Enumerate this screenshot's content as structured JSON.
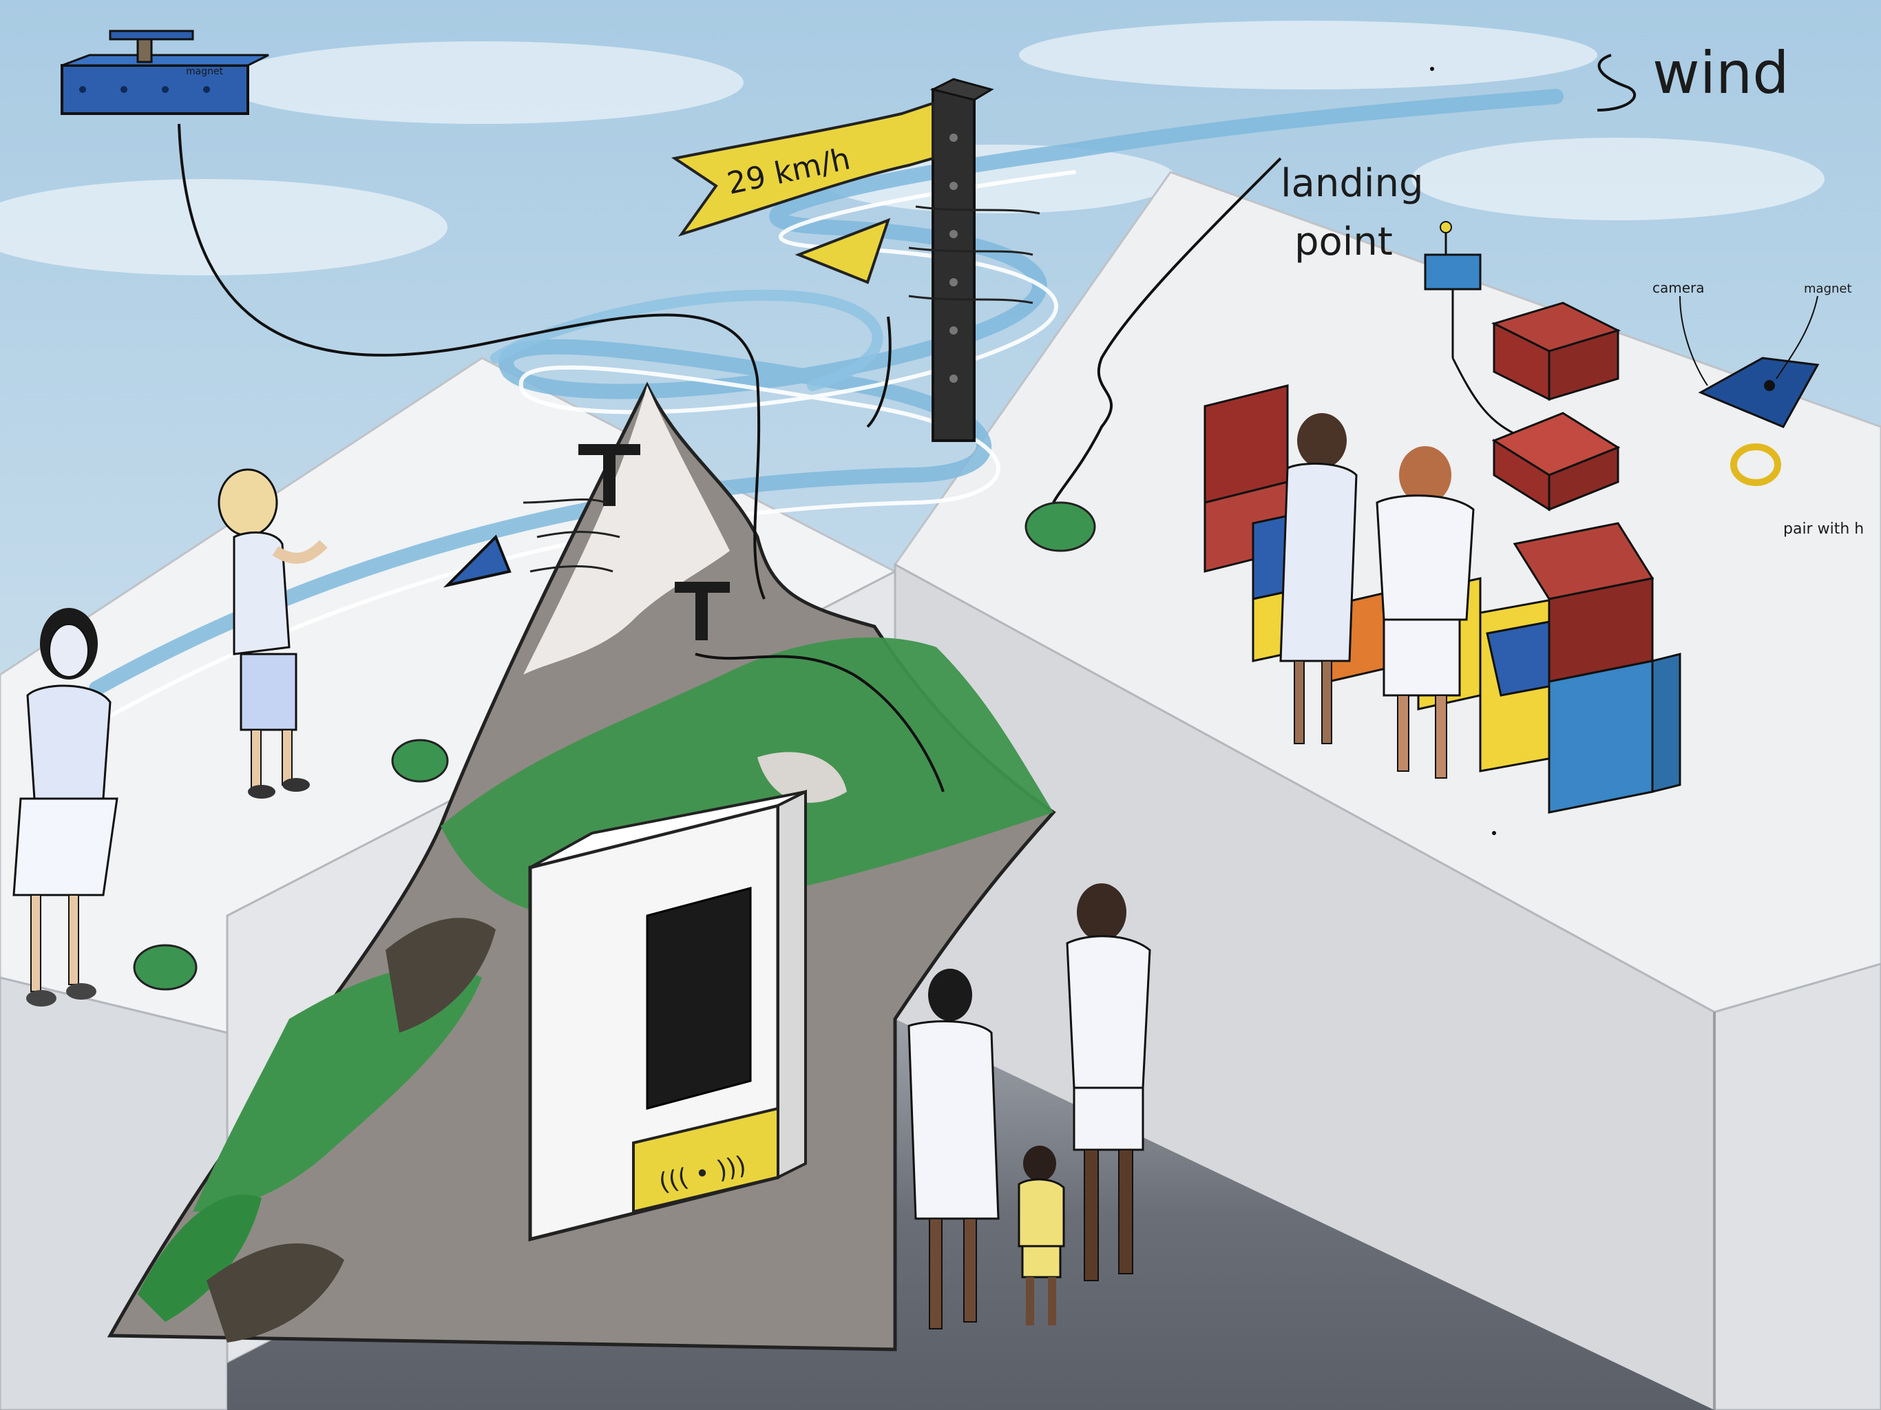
{
  "labels": {
    "wind": "wind",
    "wind_speed": "29 km/h",
    "landing": "landing",
    "point": "point",
    "magnet_top": "magnet",
    "camera": "camera",
    "magnet_right": "magnet",
    "pair_with": "pair with h"
  },
  "colors": {
    "sky": "#bcd6e8",
    "wall": "#e9ebee",
    "floor": "#61656d",
    "wind_stream": "#7fb9dc",
    "flag_yellow": "#e9d43e",
    "green": "#3c9451",
    "dark_red": "#9a2f2a",
    "blue": "#2d5fae",
    "yellow": "#f0d43a",
    "sky_blue": "#3a86c6"
  }
}
